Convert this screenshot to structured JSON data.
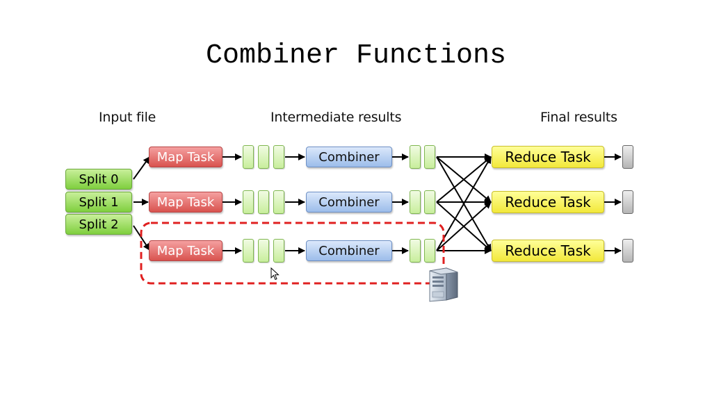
{
  "slide": {
    "title": "Combiner Functions"
  },
  "headers": {
    "input": "Input file",
    "intermediate": "Intermediate results",
    "final": "Final results"
  },
  "splits": [
    "Split 0",
    "Split 1",
    "Split 2"
  ],
  "map_tasks": [
    "Map Task",
    "Map Task",
    "Map Task"
  ],
  "combiners": [
    "Combiner",
    "Combiner",
    "Combiner"
  ],
  "reduce_tasks": [
    "Reduce Task",
    "Reduce Task",
    "Reduce Task"
  ],
  "colors": {
    "split": "#7fcf3e",
    "map": "#d9534f",
    "combiner": "#9cbdea",
    "reduce": "#f2e83a",
    "highlight": "#e02020"
  },
  "icons": {
    "machine": "server-icon",
    "pointer": "mouse-cursor-icon"
  }
}
